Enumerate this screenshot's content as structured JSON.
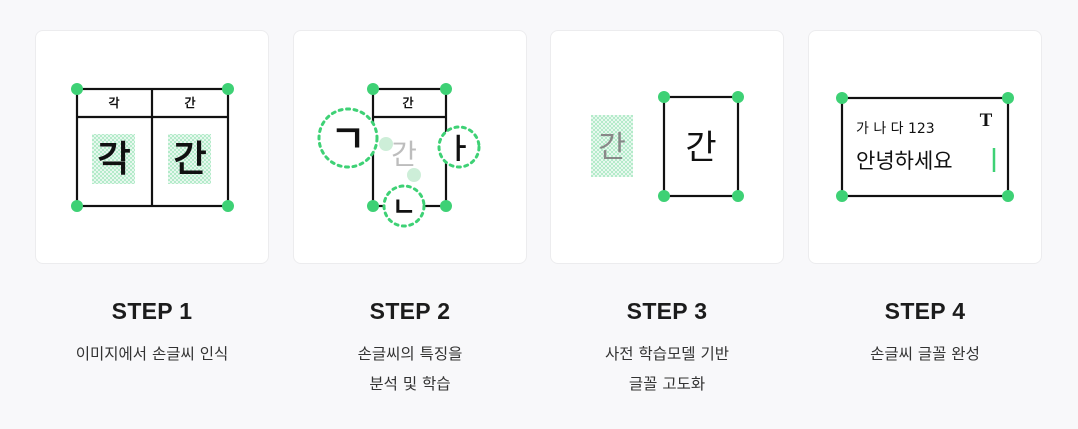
{
  "accent": "#3ed175",
  "steps": [
    {
      "title": "STEP 1",
      "desc": [
        "이미지에서 손글씨 인식"
      ],
      "labels": {
        "left": "각",
        "right": "간",
        "big_left": "각",
        "big_right": "간"
      }
    },
    {
      "title": "STEP 2",
      "desc": [
        "손글씨의 특징을",
        "분석 및 학습"
      ],
      "labels": {
        "top": "간",
        "part1": "ㄱ",
        "part2": "ㅏ",
        "part3": "ㄴ",
        "middle": "간"
      }
    },
    {
      "title": "STEP 3",
      "desc": [
        "사전 학습모델 기반",
        "글꼴 고도화"
      ],
      "labels": {
        "left": "간",
        "right": "간"
      }
    },
    {
      "title": "STEP 4",
      "desc": [
        "손글씨 글꼴 완성"
      ],
      "labels": {
        "line1": "가 나 다 123",
        "line2": "안녕하세요",
        "t_icon": "T"
      }
    }
  ]
}
